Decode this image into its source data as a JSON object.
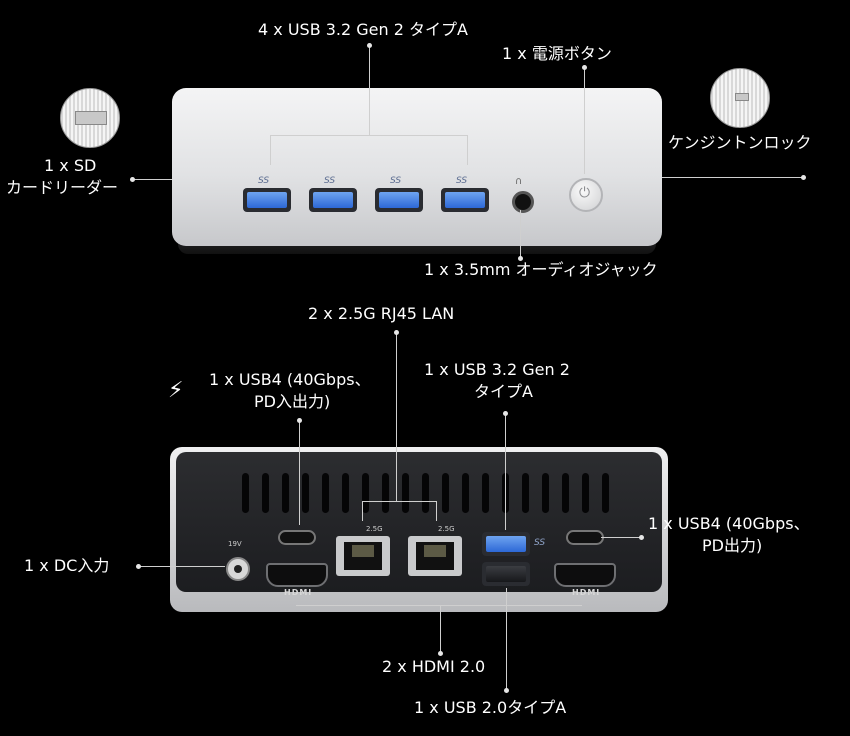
{
  "front": {
    "usb_a_label": "4 x USB 3.2 Gen 2 タイプA",
    "power_label": "1 x 電源ボタン",
    "sd_label_line1": "1 x SD",
    "sd_label_line2": "カードリーダー",
    "kensington_label": "ケンジントンロック",
    "audio_label": "1 x 3.5mm オーディオジャック",
    "port_markings": [
      "SS",
      "SS",
      "SS",
      "SS"
    ]
  },
  "rear": {
    "lan_label": "2 x 2.5G RJ45 LAN",
    "usb4_pd_in_line1": "1 x USB4 (40Gbps、",
    "usb4_pd_in_line2": "PD入出力)",
    "usb_a_line1": "1 x USB 3.2 Gen 2",
    "usb_a_line2": "タイプA",
    "usb4_pd_out_line1": "1 x USB4 (40Gbps、",
    "usb4_pd_out_line2": "PD出力)",
    "dc_label": "1 x DC入力",
    "hdmi_label": "2 x HDMI 2.0",
    "usb2_label": "1 x USB 2.0タイプA",
    "hdmi_marking": "HDMI",
    "lan_speed_marking": "2.5G",
    "dc_marking": "19V",
    "usb_marking": "SS"
  },
  "icons": {
    "plug": "power-plug-icon"
  },
  "colors": {
    "background": "#000000",
    "usb3_blue": "#2d68d6",
    "chassis_silver": "#e1e2e4"
  }
}
